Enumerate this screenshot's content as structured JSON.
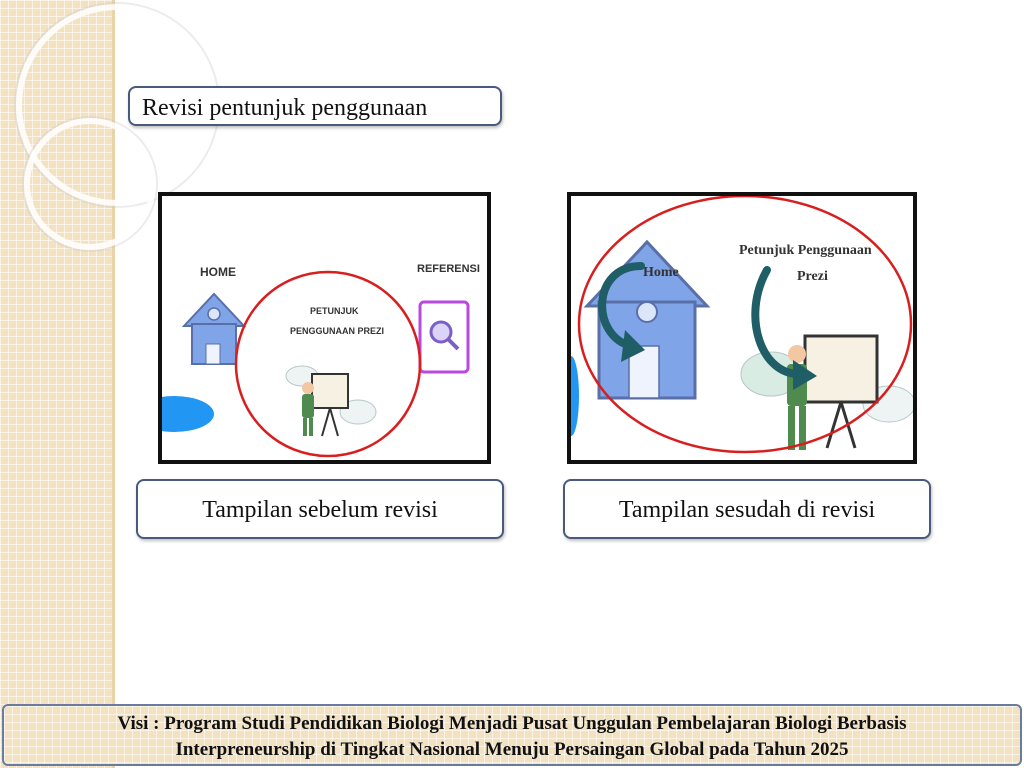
{
  "slide": {
    "title": "Revisi pentunjuk penggunaan",
    "before_caption": "Tampilan sebelum revisi",
    "after_caption": "Tampilan sesudah di revisi",
    "before_screenshot": {
      "home_label": "HOME",
      "guide_label_line1": "PETUNJUK",
      "guide_label_line2": "PENGGUNAAN PREZI",
      "reference_label": "REFERENSI"
    },
    "after_screenshot": {
      "home_label": "Home",
      "guide_label_line1": "Petunjuk Penggunaan",
      "guide_label_line2": "Prezi"
    },
    "vision_line1": "Visi : Program Studi Pendidikan Biologi Menjadi Pusat Unggulan Pembelajaran Biologi Berbasis",
    "vision_line2": "Interpreneurship di Tingkat Nasional Menuju Persaingan Global pada Tahun 2025"
  },
  "colors": {
    "accent_border": "#4a5a7c",
    "highlight_circle": "#d81e1e",
    "house_blue": "#7fa4e8",
    "arrow_teal": "#1f5e66",
    "background_strip": "#f3e2c2"
  }
}
